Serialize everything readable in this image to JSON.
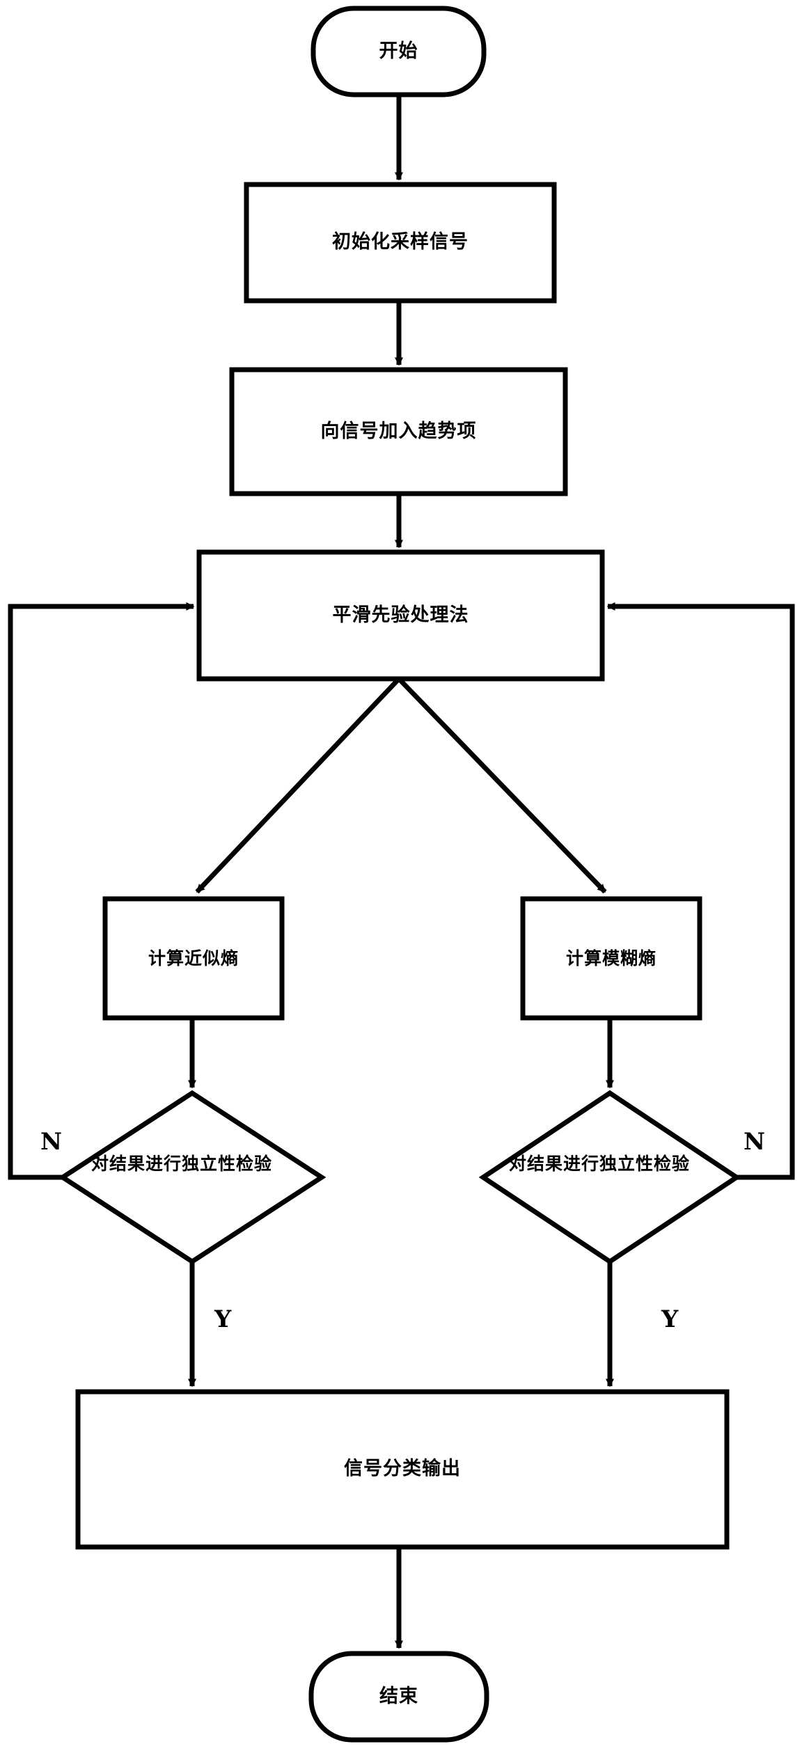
{
  "diagram": {
    "type": "flowchart",
    "title": "",
    "language": "zh-CN",
    "stroke_color": "#000000",
    "fill_color": "#ffffff",
    "background": "#ffffff",
    "nodes": [
      {
        "id": "start",
        "shape": "terminator",
        "label": "开始"
      },
      {
        "id": "init",
        "shape": "process",
        "label": "初始化采样信号"
      },
      {
        "id": "add_trend",
        "shape": "process",
        "label": "向信号加入趋势项"
      },
      {
        "id": "smooth_prior",
        "shape": "process",
        "label": "平滑先验处理法"
      },
      {
        "id": "apen",
        "shape": "process",
        "label": "计算近似熵"
      },
      {
        "id": "fuzzyen",
        "shape": "process",
        "label": "计算模糊熵"
      },
      {
        "id": "test_left",
        "shape": "decision",
        "label": "对结果进行独立性检验"
      },
      {
        "id": "test_right",
        "shape": "decision",
        "label": "对结果进行独立性检验"
      },
      {
        "id": "classify",
        "shape": "process",
        "label": "信号分类输出"
      },
      {
        "id": "end",
        "shape": "terminator",
        "label": "结束"
      }
    ],
    "edge_labels": {
      "left_no": "N",
      "right_no": "N",
      "left_yes": "Y",
      "right_yes": "Y"
    },
    "edges": [
      {
        "from": "start",
        "to": "init",
        "label": ""
      },
      {
        "from": "init",
        "to": "add_trend",
        "label": ""
      },
      {
        "from": "add_trend",
        "to": "smooth_prior",
        "label": ""
      },
      {
        "from": "smooth_prior",
        "to": "apen",
        "label": ""
      },
      {
        "from": "smooth_prior",
        "to": "fuzzyen",
        "label": ""
      },
      {
        "from": "apen",
        "to": "test_left",
        "label": ""
      },
      {
        "from": "fuzzyen",
        "to": "test_right",
        "label": ""
      },
      {
        "from": "test_left",
        "to": "smooth_prior",
        "label": "N"
      },
      {
        "from": "test_right",
        "to": "smooth_prior",
        "label": "N"
      },
      {
        "from": "test_left",
        "to": "classify",
        "label": "Y"
      },
      {
        "from": "test_right",
        "to": "classify",
        "label": "Y"
      },
      {
        "from": "classify",
        "to": "end",
        "label": ""
      }
    ]
  }
}
